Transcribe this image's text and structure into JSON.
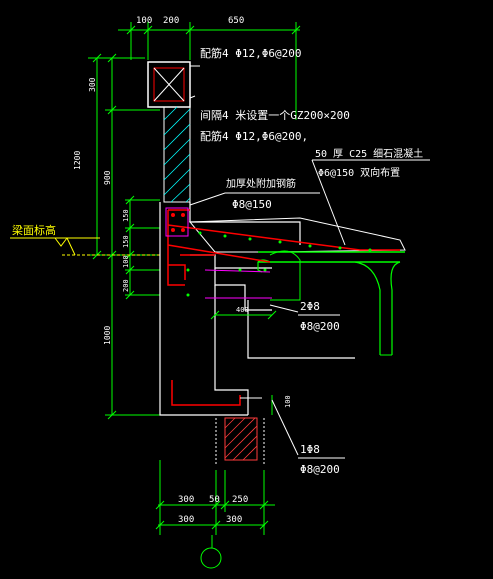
{
  "drawing": {
    "colors": {
      "background": "#000000",
      "dimension": "#00ff00",
      "note_text": "#ffffff",
      "section_outline": "#ffffff",
      "rebar": "#ff0000",
      "stirrup_leader": "#ff00ff",
      "hatch": "#00ffff",
      "leader": "#ffffff",
      "elevation_label": "#ffff00",
      "grid_bubble": "#00ff00",
      "concrete_outline_green": "#00ff00",
      "hatch_red": "#ff3b3b"
    },
    "dims_top": [
      "100",
      "200",
      "650"
    ],
    "dims_left": [
      "300",
      "1200",
      "900",
      "150",
      "150",
      "100",
      "200",
      "1000"
    ],
    "dims_bottom_row1": [
      "300",
      "50",
      "250"
    ],
    "dims_bottom_row2": [
      "300",
      "300"
    ],
    "dim_slot": "400",
    "dim_step": "100",
    "notes": {
      "note1": "配筋4 Φ12,Φ6@200",
      "note2": "间隔4 米设置一个GZ200×200",
      "note3": "配筋4 Φ12,Φ6@200,",
      "note4": "50 厚 C25 细石混凝土",
      "note5": "Φ6@150 双向布置",
      "note6": "加厚处附加钢筋",
      "note7": "Φ8@150",
      "note8": "2Φ8",
      "note9": "Φ8@200",
      "note10": "1Φ8",
      "note11": "Φ8@200"
    },
    "elevation_label": "梁面标高"
  }
}
